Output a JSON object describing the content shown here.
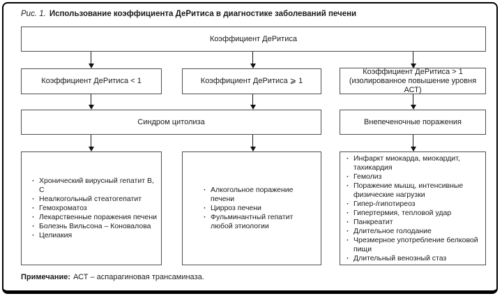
{
  "figure": {
    "number": "Рис. 1.",
    "title": "Использование коэффициента ДеРитиса в диагностике заболеваний печени"
  },
  "flowchart": {
    "root_label": "Коэффициент ДеРитиса",
    "condition_lt1": "Коэффициент ДеРитиса < 1",
    "condition_ge1": "Коэффициент ДеРитиса ⩾ 1",
    "condition_gt1_line1": "Коэффициент ДеРитиса > 1",
    "condition_gt1_line2": "(изолированное повышение уровня АСТ)",
    "cytolysis_label": "Синдром цитолиза",
    "extrahepatic_label": "Внепеченочные поражения",
    "cytolysis_lt1_causes": [
      "Хронический вирусный гепатит В, С",
      "Неалкогольный стеатогепатит",
      "Гемохроматоз",
      "Лекарственные поражения печени",
      "Болезнь Вильсона – Коновалова",
      "Целиакия"
    ],
    "cytolysis_ge1_causes": [
      "Алкогольное поражение печени",
      "Цирроз печени",
      "Фульминантный гепатит любой этиологии"
    ],
    "extrahepatic_causes": [
      "Инфаркт миокарда, миокардит, тахикардия",
      "Гемолиз",
      "Поражение мышц, интенсивные физические нагрузки",
      "Гипер-/гипотиреоз",
      "Гипертермия, тепловой удар",
      "Панкреатит",
      "Длительное голодание",
      "Чрезмерное употребление белковой пищи",
      "Длительный венозный стаз"
    ]
  },
  "note": {
    "label": "Примечание:",
    "text": "АСТ – аспарагиновая трансаминаза."
  },
  "glyphs": {
    "bullet": "·"
  },
  "colors": {
    "frame_border": "#000000",
    "box_border": "#4d4d4d",
    "text": "#1a1a1a",
    "background": "#ffffff"
  }
}
